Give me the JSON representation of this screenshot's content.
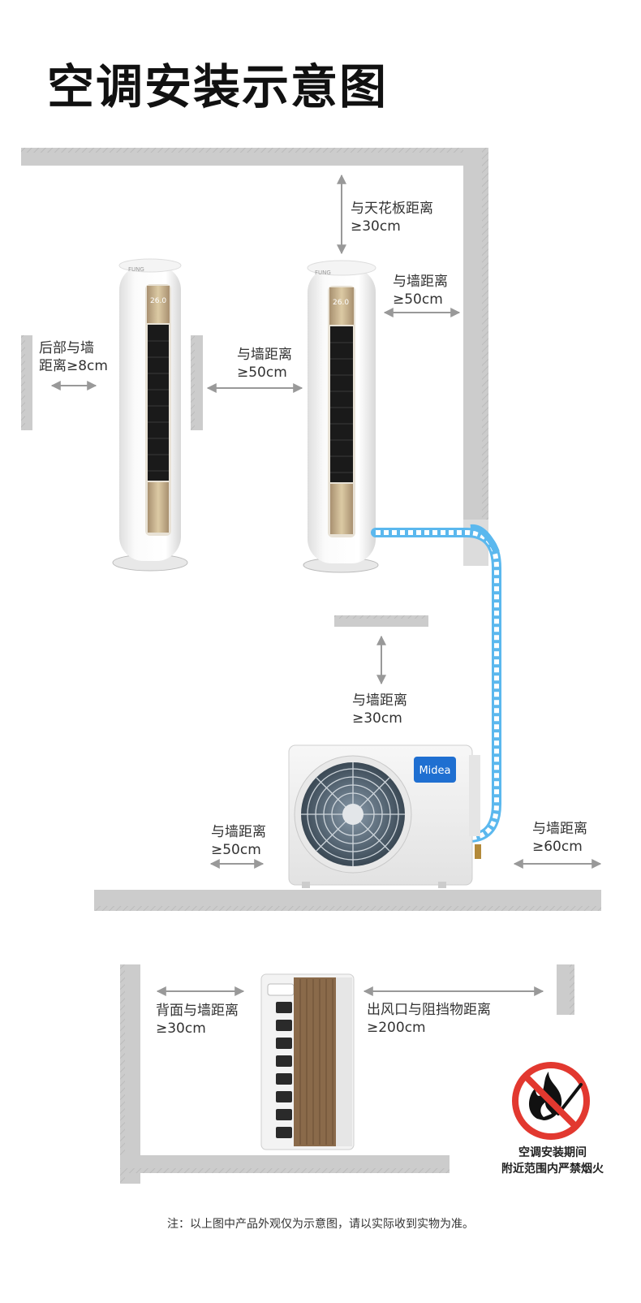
{
  "title": "空调安装示意图",
  "labels": {
    "rear_wall": [
      "后部与墙",
      "距离≥8cm"
    ],
    "wall_50_between": [
      "与墙距离",
      "≥50cm"
    ],
    "ceiling": [
      "与天花板距离",
      "≥30cm"
    ],
    "wall_50_right": [
      "与墙距离",
      "≥50cm"
    ],
    "outdoor_top": [
      "与墙距离",
      "≥30cm"
    ],
    "outdoor_left": [
      "与墙距离",
      "≥50cm"
    ],
    "outdoor_right": [
      "与墙距离",
      "≥60cm"
    ],
    "back_wall": [
      "背面与墙距离",
      "≥30cm"
    ],
    "outlet": [
      "出风口与阻挡物距离",
      "≥200cm"
    ]
  },
  "warning": [
    "空调安装期间",
    "附近范围内严禁烟火"
  ],
  "note": "注：以上图中产品外观仅为示意图，请以实际收到实物为准。",
  "brand_logo": "Midea",
  "display_reading": "26.0",
  "colors": {
    "wall": "#cccccc",
    "pipe": "#5bb8ee",
    "brand": "#1f6fd1",
    "prohibit": "#e2382f",
    "panel_gold": "#c8b48c"
  },
  "icons": {
    "no_fire": "no-fire-icon"
  }
}
